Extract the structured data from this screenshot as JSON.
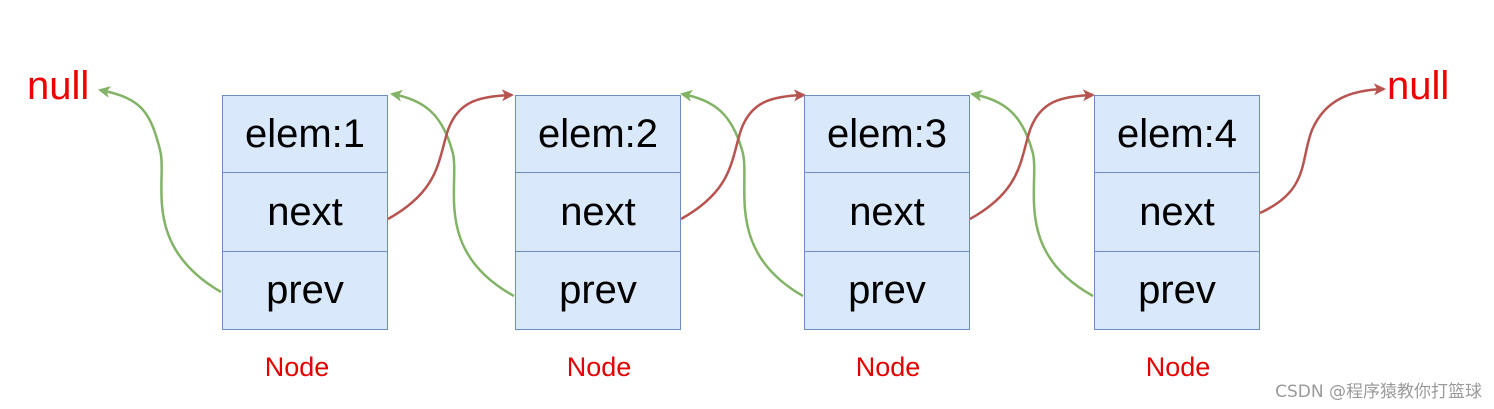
{
  "nodes": [
    {
      "elem": "elem:1",
      "next": "next",
      "prev": "prev",
      "label": "Node"
    },
    {
      "elem": "elem:2",
      "next": "next",
      "prev": "prev",
      "label": "Node"
    },
    {
      "elem": "elem:3",
      "next": "next",
      "prev": "prev",
      "label": "Node"
    },
    {
      "elem": "elem:4",
      "next": "next",
      "prev": "prev",
      "label": "Node"
    }
  ],
  "null_left": "null",
  "null_right": "null",
  "watermark": "CSDN @程序猿教你打篮球",
  "colors": {
    "node_fill": "#dae8fc",
    "node_border": "#6c8ebf",
    "next_arrow": "#b85450",
    "prev_arrow": "#82b366",
    "null_text": "#ee0000",
    "node_label": "#e30000"
  }
}
